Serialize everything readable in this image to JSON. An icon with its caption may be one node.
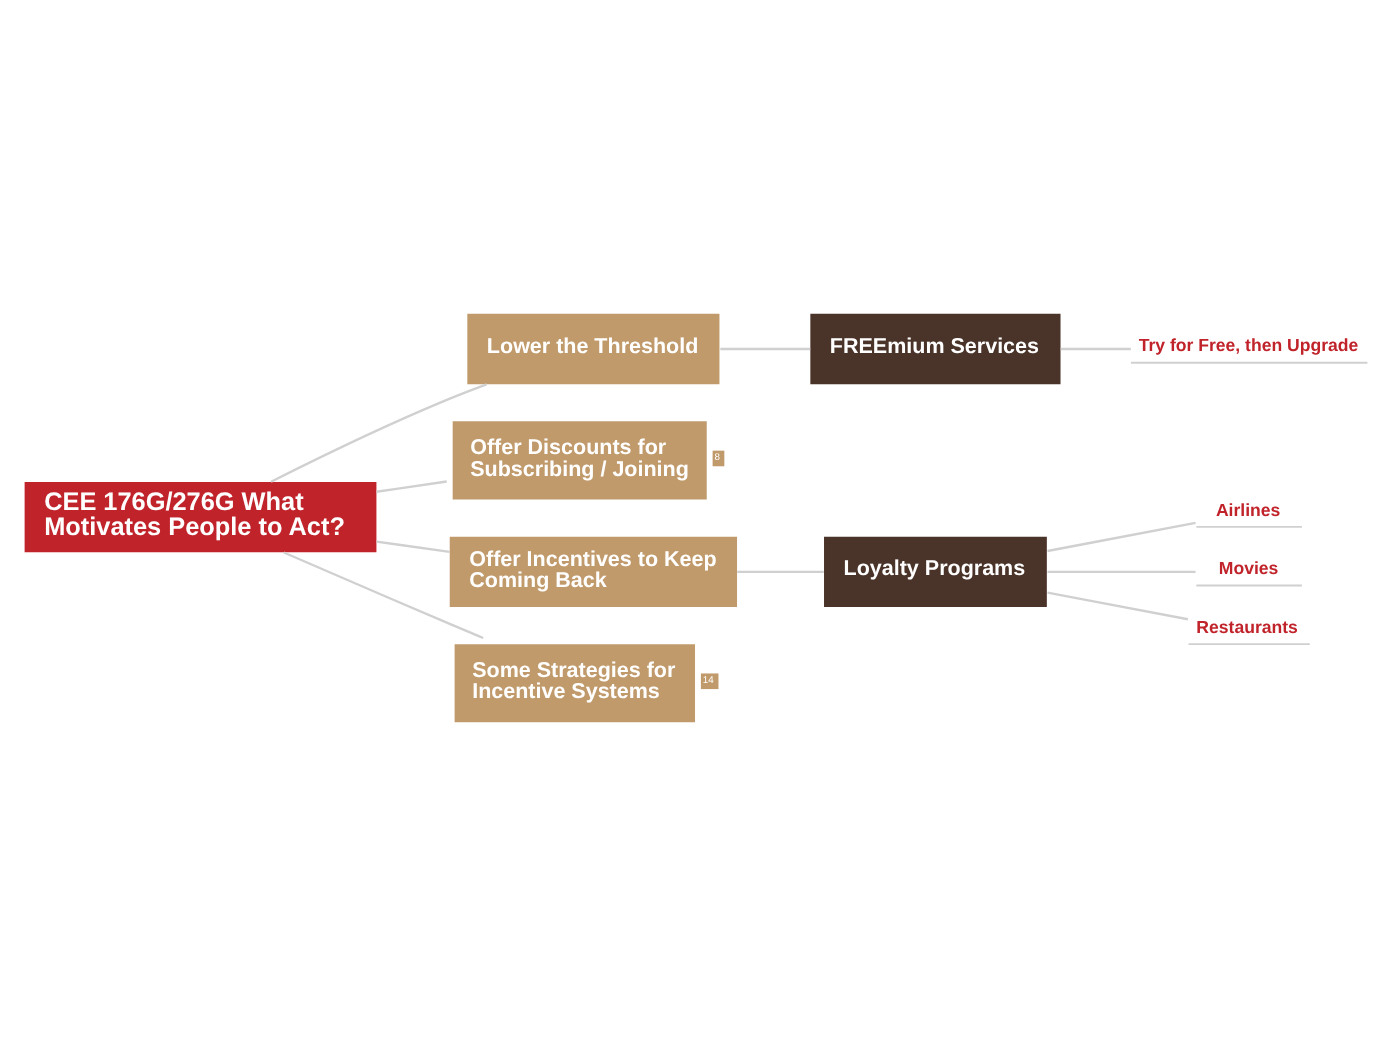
{
  "diagram": {
    "nodes": [
      {
        "text": [
          "CEE 176G/276G What Motivates People to Act?"
        ]
      },
      {
        "text": [
          "Lower the Threshold"
        ]
      },
      {
        "text": [
          "FREEmium Services"
        ]
      },
      {
        "text": [
          "Try for Free, then Upgrade"
        ]
      },
      {
        "text": [
          "Offer Discounts for Subscribing / Joining"
        ],
        "beside": [
          "8"
        ]
      },
      {
        "text": [
          "Offer Incentives to Keep Coming Back"
        ]
      },
      {
        "text": [
          "Loyalty Programs"
        ]
      },
      {
        "text": [
          "Airlines"
        ]
      },
      {
        "text": [
          "Movies"
        ]
      },
      {
        "text": [
          "Restaurants"
        ]
      },
      {
        "text": [
          "Some Strategies for Incentive Systems"
        ],
        "beside": [
          "14"
        ]
      }
    ],
    "edges": [
      {
        "from": 0,
        "to": 1,
        "arrow": "none"
      },
      {
        "from": 1,
        "to": 2,
        "arrow": "none"
      },
      {
        "from": 2,
        "to": 3,
        "arrow": "none"
      },
      {
        "from": 0,
        "to": 4,
        "arrow": "none"
      },
      {
        "from": 0,
        "to": 5,
        "arrow": "none"
      },
      {
        "from": 5,
        "to": 6,
        "arrow": "none"
      },
      {
        "from": 6,
        "to": 7,
        "arrow": "none"
      },
      {
        "from": 6,
        "to": 8,
        "arrow": "none"
      },
      {
        "from": 6,
        "to": 9,
        "arrow": "none"
      },
      {
        "from": 0,
        "to": 10,
        "arrow": "none"
      }
    ]
  }
}
